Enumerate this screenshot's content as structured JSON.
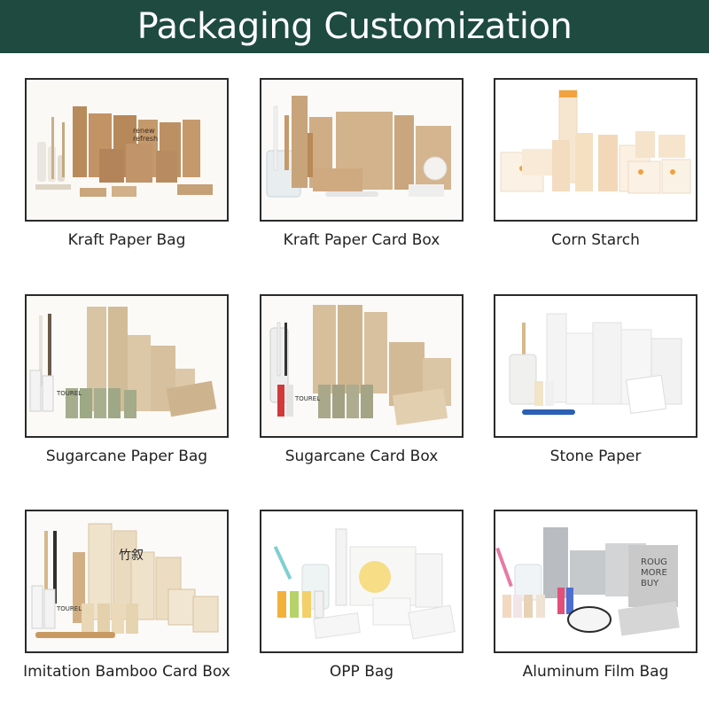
{
  "header": {
    "title": "Packaging Customization",
    "background": "#1e4a40"
  },
  "tiles": [
    {
      "label": "Kraft Paper Bag",
      "printed": [
        "renew",
        "refresh"
      ]
    },
    {
      "label": "Kraft Paper Card Box"
    },
    {
      "label": "Corn Starch"
    },
    {
      "label": "Sugarcane Paper Bag",
      "printed": [
        "TOUREL"
      ]
    },
    {
      "label": "Sugarcane Card Box",
      "printed": [
        "TOUREL"
      ]
    },
    {
      "label": "Stone Paper"
    },
    {
      "label": "Imitation Bamboo Card Box",
      "printed": [
        "竹叙",
        "TOUREL"
      ]
    },
    {
      "label": "OPP Bag"
    },
    {
      "label": "Aluminum Film Bag",
      "printed": [
        "ROUG",
        "MORE",
        "BUY"
      ]
    }
  ]
}
